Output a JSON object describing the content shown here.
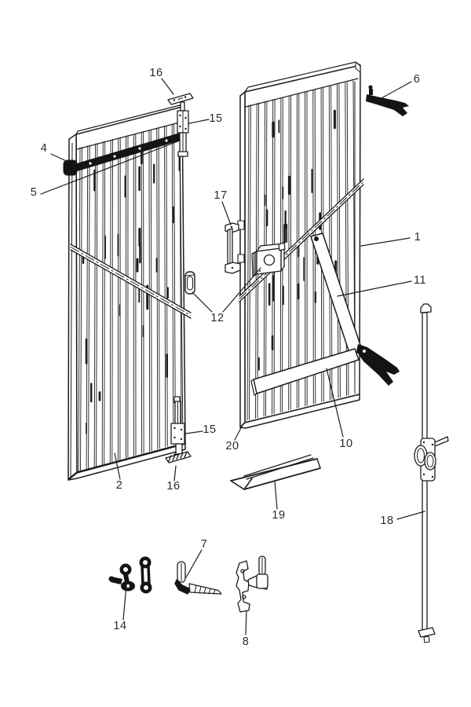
{
  "diagram": {
    "background_color": "#ffffff",
    "line_color": "#1d1d1d",
    "part_labels": [
      {
        "id": "16-top",
        "text": "16"
      },
      {
        "id": "15-top",
        "text": "15"
      },
      {
        "id": "4",
        "text": "4"
      },
      {
        "id": "5",
        "text": "5"
      },
      {
        "id": "6",
        "text": "6"
      },
      {
        "id": "17",
        "text": "17"
      },
      {
        "id": "1",
        "text": "1"
      },
      {
        "id": "11",
        "text": "11"
      },
      {
        "id": "12",
        "text": "12"
      },
      {
        "id": "10",
        "text": "10"
      },
      {
        "id": "15-bottom",
        "text": "15"
      },
      {
        "id": "2",
        "text": "2"
      },
      {
        "id": "16-bottom",
        "text": "16"
      },
      {
        "id": "20",
        "text": "20"
      },
      {
        "id": "19",
        "text": "19"
      },
      {
        "id": "18",
        "text": "18"
      },
      {
        "id": "14",
        "text": "14"
      },
      {
        "id": "7",
        "text": "7"
      },
      {
        "id": "8",
        "text": "8"
      }
    ]
  }
}
